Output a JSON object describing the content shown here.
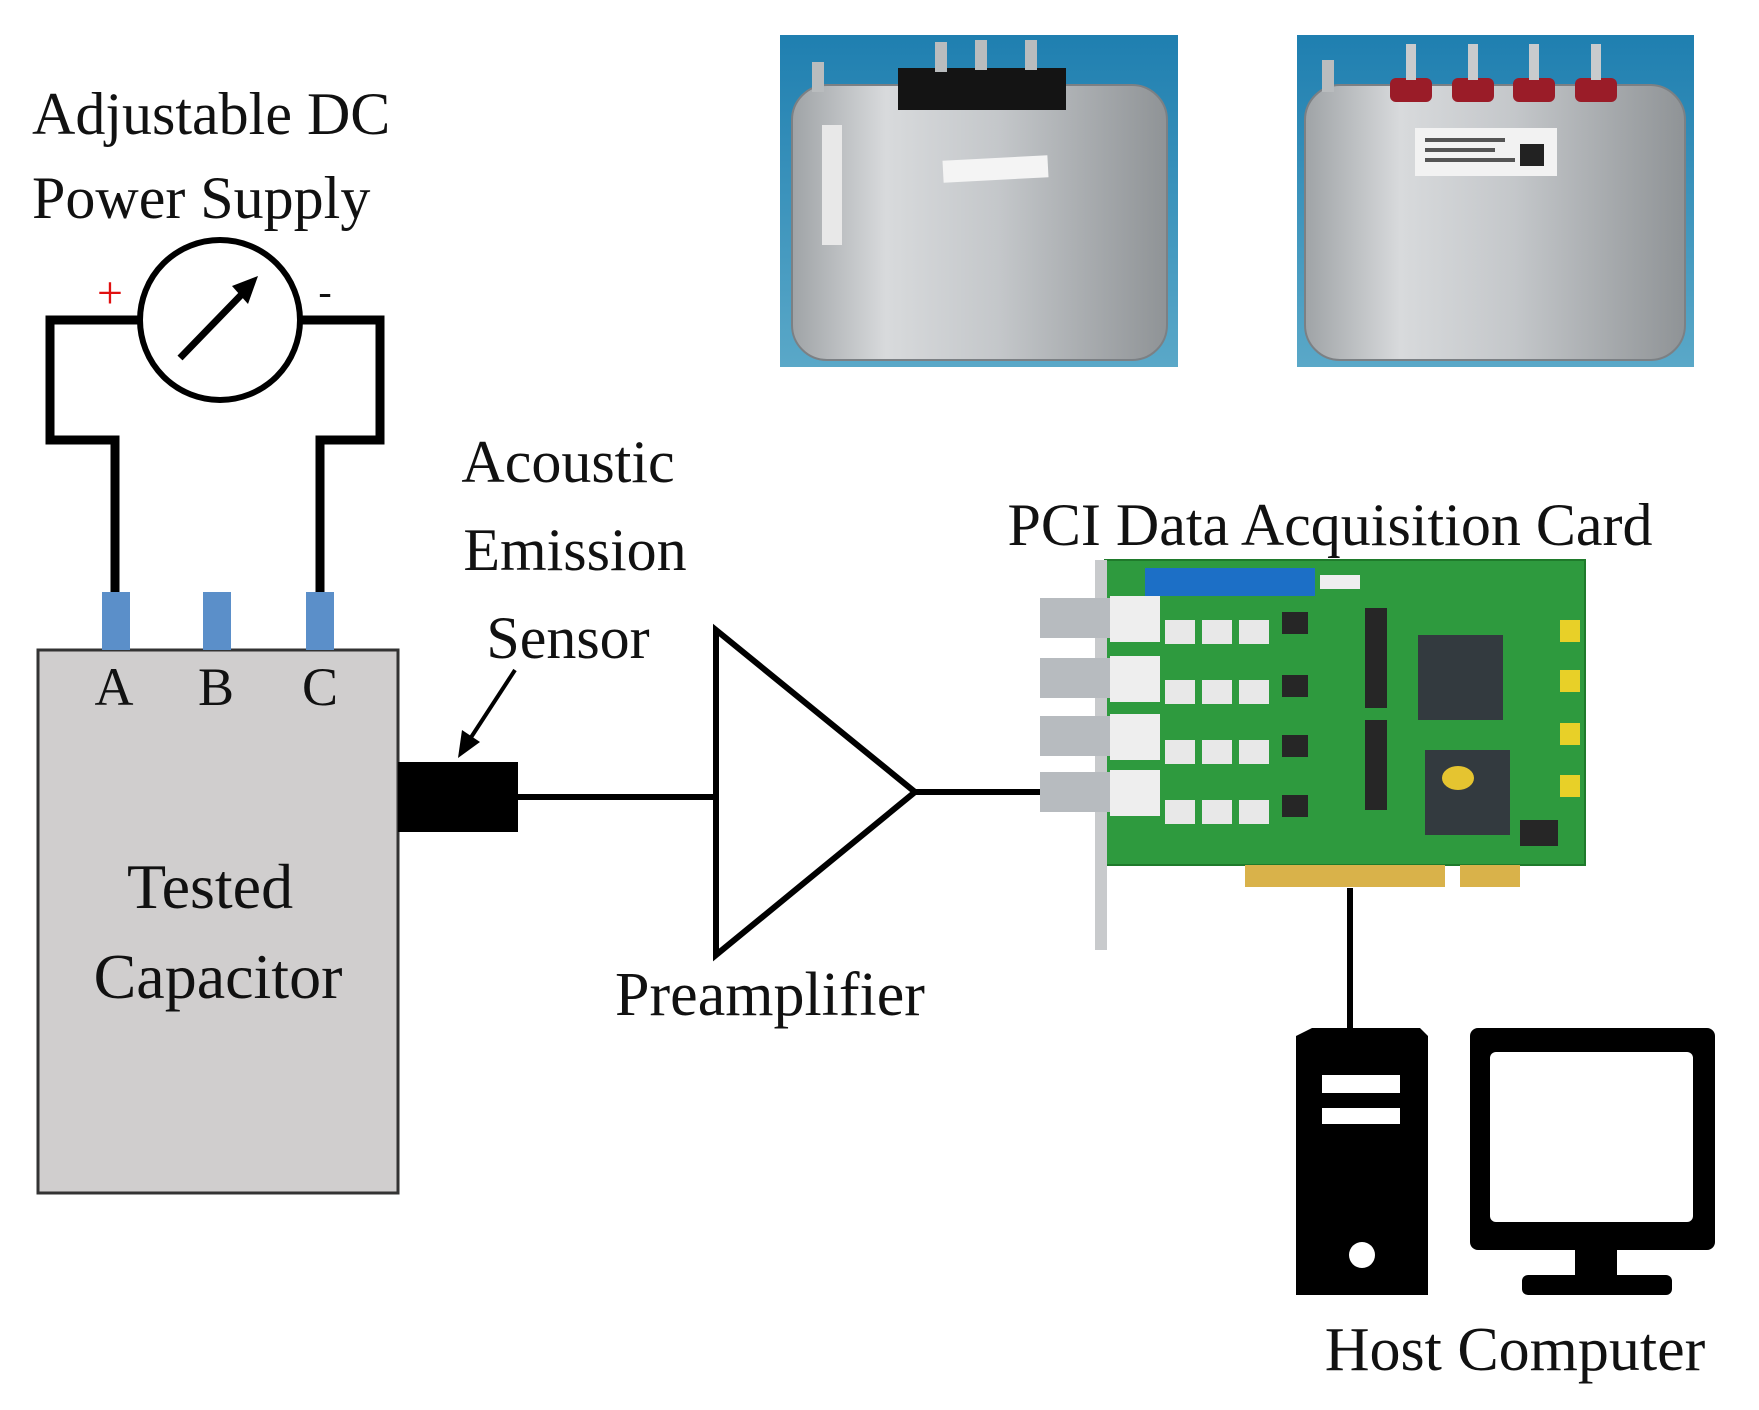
{
  "labels": {
    "power_supply_line1": "Adjustable DC",
    "power_supply_line2": "Power Supply",
    "plus": "+",
    "minus": "-",
    "terminal_a": "A",
    "terminal_b": "B",
    "terminal_c": "C",
    "capacitor_line1": "Tested",
    "capacitor_line2": "Capacitor",
    "sensor_line1": "Acoustic",
    "sensor_line2": "Emission",
    "sensor_line3": "Sensor",
    "preamplifier": "Preamplifier",
    "daq_card": "PCI Data Acquisition Card",
    "host_computer": "Host Computer"
  },
  "colors": {
    "terminal": "#5b8fc9",
    "capacitor_body": "#d0cece",
    "plus_sign": "#e01010",
    "pcb_green": "#2e9a3e",
    "stroke": "#000000"
  },
  "icons": {
    "power_source": "adjustable-source-icon",
    "amplifier": "triangle-amplifier-icon",
    "computer_tower": "computer-tower-icon",
    "monitor": "monitor-icon"
  }
}
